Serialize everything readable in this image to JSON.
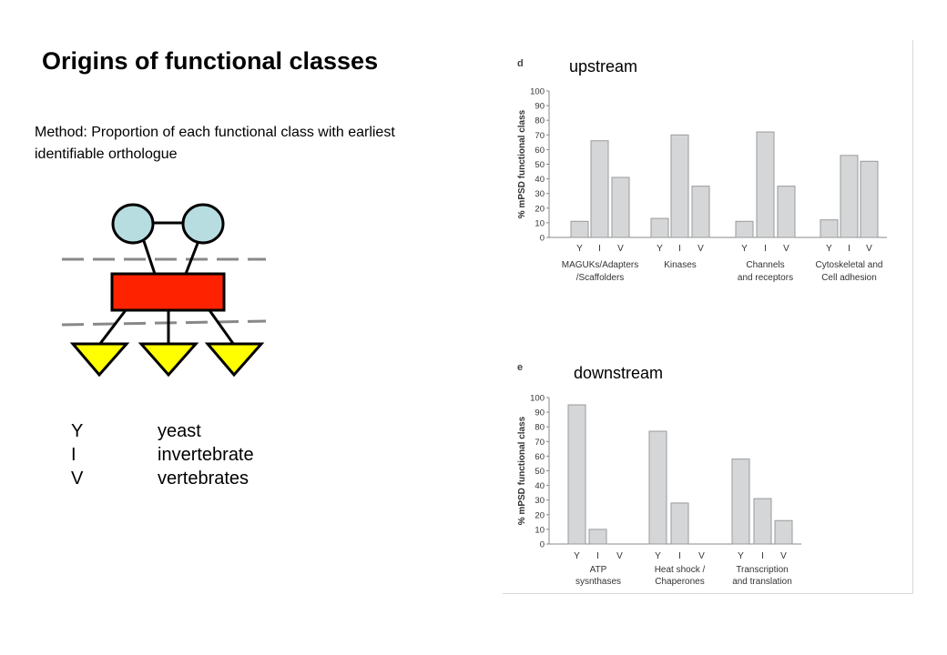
{
  "title": "Origins of functional classes",
  "method_text": "Method: Proportion of each functional class with earliest identifiable orthologue",
  "legend": [
    {
      "code": "Y",
      "label": "yeast"
    },
    {
      "code": "I",
      "label": "invertebrate"
    },
    {
      "code": "V",
      "label": "vertebrates"
    }
  ],
  "colors": {
    "circle": "#b8dde0",
    "box": "#ff2200",
    "triangle": "#ffff00",
    "bar": "#d4d6d8",
    "dash": "#888888"
  },
  "chart_data": [
    {
      "type": "bar",
      "panel": "d",
      "title": "upstream",
      "ylabel": "% mPSD functional class",
      "ylim": [
        0,
        100
      ],
      "yticks": [
        0,
        10,
        20,
        30,
        40,
        50,
        60,
        70,
        80,
        90,
        100
      ],
      "groups": [
        {
          "label": [
            "MAGUKs/Adapters",
            "/Scaffolders"
          ],
          "categories": [
            "Y",
            "I",
            "V"
          ],
          "values": [
            11,
            66,
            41
          ]
        },
        {
          "label": [
            "Kinases"
          ],
          "categories": [
            "Y",
            "I",
            "V"
          ],
          "values": [
            13,
            70,
            35
          ]
        },
        {
          "label": [
            "Channels",
            "and receptors"
          ],
          "categories": [
            "Y",
            "I",
            "V"
          ],
          "values": [
            11,
            72,
            35
          ]
        },
        {
          "label": [
            "Cytoskeletal and",
            "Cell adhesion"
          ],
          "categories": [
            "Y",
            "I",
            "V"
          ],
          "values": [
            12,
            56,
            52
          ]
        }
      ]
    },
    {
      "type": "bar",
      "panel": "e",
      "title": "downstream",
      "ylabel": "% mPSD functional class",
      "ylim": [
        0,
        100
      ],
      "yticks": [
        0,
        10,
        20,
        30,
        40,
        50,
        60,
        70,
        80,
        90,
        100
      ],
      "groups": [
        {
          "label": [
            "ATP",
            "sysnthases"
          ],
          "categories": [
            "Y",
            "I",
            "V"
          ],
          "values": [
            95,
            10,
            0
          ]
        },
        {
          "label": [
            "Heat shock /",
            "Chaperones"
          ],
          "categories": [
            "Y",
            "I",
            "V"
          ],
          "values": [
            77,
            28,
            0
          ]
        },
        {
          "label": [
            "Transcription",
            "and translation"
          ],
          "categories": [
            "Y",
            "I",
            "V"
          ],
          "values": [
            58,
            31,
            16
          ]
        }
      ]
    }
  ]
}
